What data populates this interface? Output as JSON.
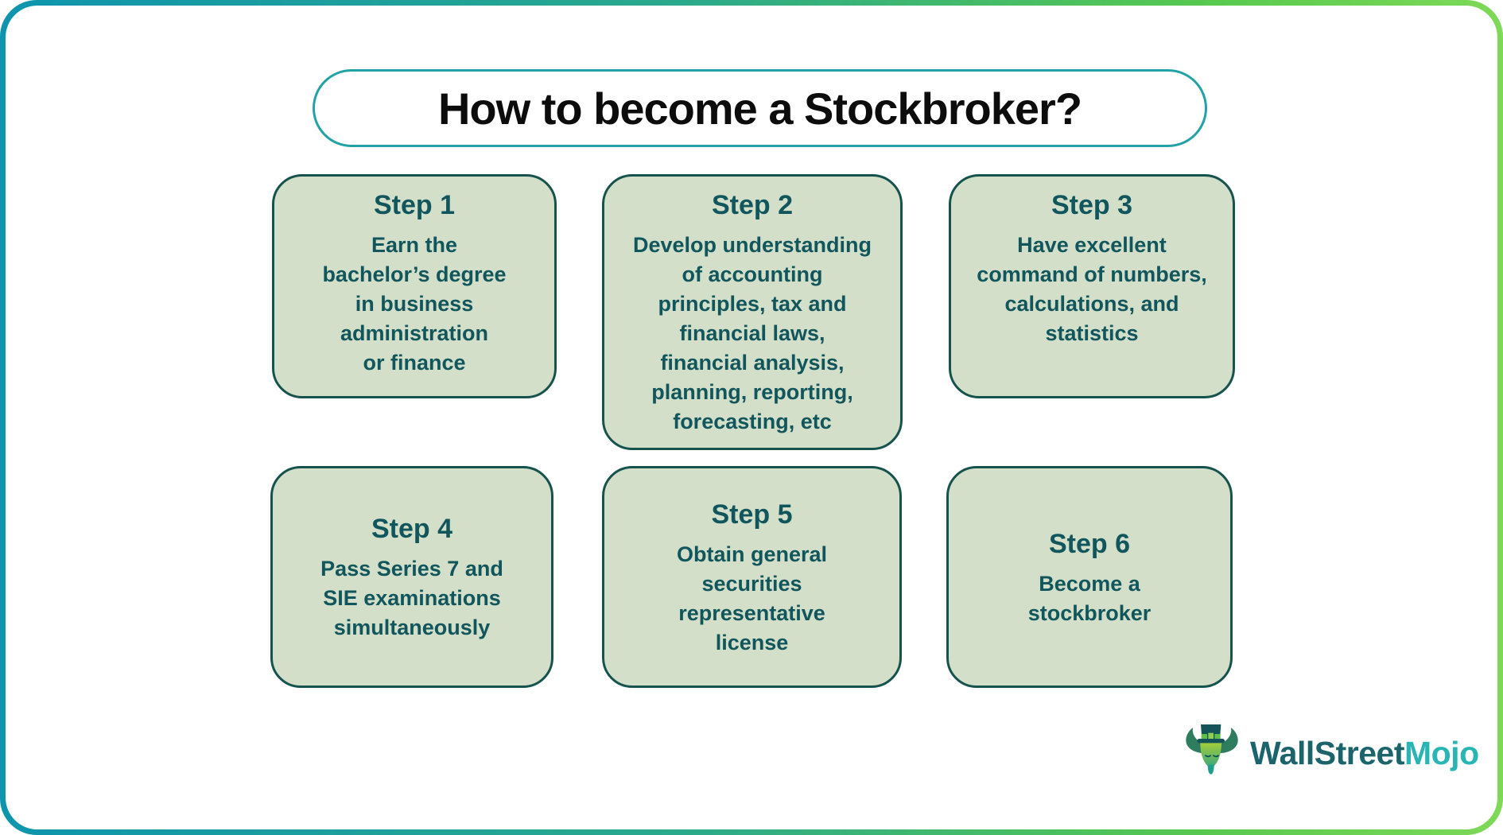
{
  "title": "How to become a Stockbroker?",
  "steps": [
    {
      "label": "Step 1",
      "body": "Earn the\nbachelor’s degree\nin business\nadministration\nor finance"
    },
    {
      "label": "Step 2",
      "body": "Develop  understanding\nof accounting\nprinciples, tax and\nfinancial laws,\nfinancial analysis,\nplanning, reporting,\nforecasting, etc"
    },
    {
      "label": "Step 3",
      "body": "Have excellent\ncommand of numbers,\ncalculations, and\nstatistics"
    },
    {
      "label": "Step 4",
      "body": "Pass Series 7 and\nSIE examinations\nsimultaneously"
    },
    {
      "label": "Step 5",
      "body": "Obtain general\nsecurities\nrepresentative\nlicense"
    },
    {
      "label": "Step 6",
      "body": "Become a\nstockbroker"
    }
  ],
  "logo": {
    "brand_primary": "WallStreet",
    "brand_secondary": "Mojo",
    "icon": "bull-with-top-hat-icon"
  },
  "colors": {
    "frame_gradient_start": "#0e95ad",
    "frame_gradient_end": "#7ed957",
    "title_border": "#21a2a7",
    "title_text": "#0c0c0c",
    "card_background": "#d3dfc9",
    "card_border": "#17534e",
    "card_text": "#11565c",
    "logo_primary": "#1c646c",
    "logo_accent": "#2ab5b5"
  }
}
